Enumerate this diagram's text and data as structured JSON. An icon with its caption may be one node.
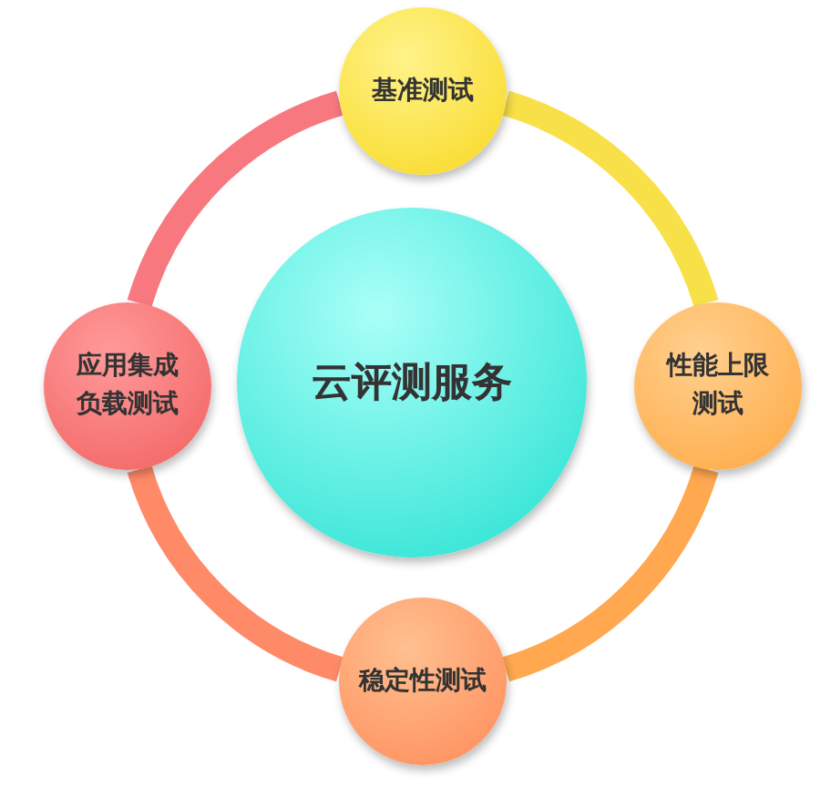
{
  "diagram": {
    "nodes": [
      {
        "text": [
          "基准测试"
        ]
      },
      {
        "text": [
          "应用集成负载测试"
        ]
      },
      {
        "text": [
          "云评测服务"
        ]
      },
      {
        "text": [
          "性能上限测试"
        ]
      },
      {
        "text": [
          "稳定性测试"
        ]
      }
    ],
    "edges": [
      {
        "from": 0,
        "to": 3,
        "arrow": "none",
        "color": "#f8e048"
      },
      {
        "from": 3,
        "to": 4,
        "arrow": "none",
        "color": "#ffa850"
      },
      {
        "from": 4,
        "to": 1,
        "arrow": "none",
        "color": "#ff8a68"
      },
      {
        "from": 1,
        "to": 0,
        "arrow": "none",
        "color": "#f87880"
      }
    ]
  }
}
